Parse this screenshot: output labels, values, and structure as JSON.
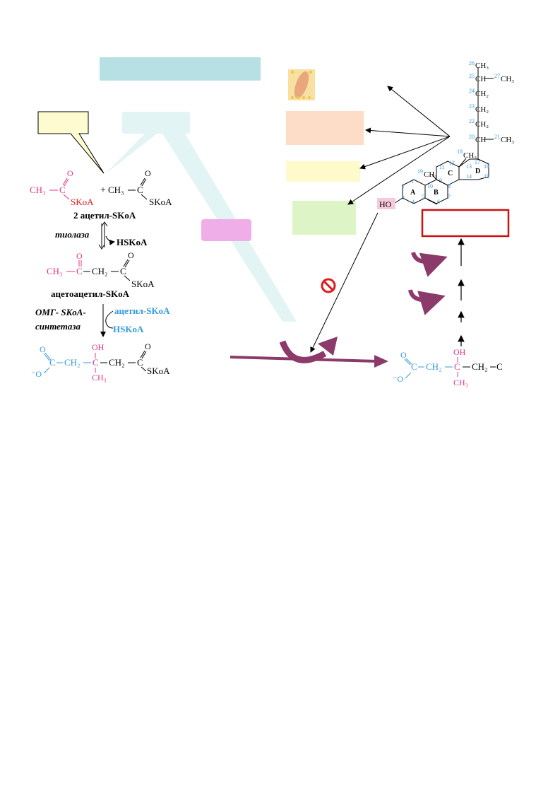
{
  "colors": {
    "pink": "#e0348a",
    "red": "#e01a1a",
    "blue": "#3399dd",
    "purple": "#8b3a6a",
    "title_box": "#b6e0e3",
    "callout_box": "#fffbd1",
    "peach_box": "#fddcc8",
    "yellow_box": "#fff9cc",
    "green_box": "#ddf5c6",
    "magenta_box": "#efaee8",
    "red_frame": "#cc1111"
  },
  "reactions": {
    "r1_left_ch3": "CH₃",
    "r1_left_skoa": "SKoA",
    "r1_o": "O",
    "r1_plus": "+",
    "r1_right_ch3": "CH₃",
    "r1_right_skoa": "SKoA",
    "r1_product": "2 ацетил-SKoA",
    "enzyme1": "тиолаза",
    "byproduct1": "HSKoA",
    "r2_ch3": "CH₃",
    "r2_ch2": "CH₂",
    "r2_skoa": "SKoA",
    "r2_name": "ацетоацетил-SKoA",
    "enzyme2_line1": "ОМГ- SKoA-",
    "enzyme2_line2": "синтетаза",
    "input2": "ацетил-SKoA",
    "byproduct2": "HSKoA",
    "r3_o_minus": "⁻O",
    "r3_ch2a": "CH₂",
    "r3_oh": "OH",
    "r3_c": "C",
    "r3_ch2b": "CH₂",
    "r3_skoa": "SKoA",
    "r3_ch3": "CH₃"
  },
  "right_molecule": {
    "o_minus": "⁻O",
    "ch2a": "CH₂",
    "oh": "OH",
    "c": "C",
    "ch2b": "CH₂",
    "tail": "C",
    "ch3": "CH₃"
  },
  "cholesterol": {
    "ho": "HO",
    "ring_a": "A",
    "ring_b": "B",
    "ring_c": "C",
    "ring_d": "D",
    "chain": [
      {
        "num": "26",
        "text": "CH₃"
      },
      {
        "num": "25",
        "text": "CH",
        "side_num": "27",
        "side": "CH₃"
      },
      {
        "num": "24",
        "text": "CH₂"
      },
      {
        "num": "23",
        "text": "CH₂"
      },
      {
        "num": "22",
        "text": "CH₂"
      },
      {
        "num": "20",
        "text": "CH",
        "side_num": "21",
        "side": "CH₃"
      }
    ],
    "me18": "CH₃",
    "me19": "CH₃",
    "n18": "18",
    "n19": "19",
    "ring_nums": [
      "1",
      "2",
      "3",
      "4",
      "5",
      "6",
      "7",
      "8",
      "9",
      "10",
      "11",
      "12",
      "13",
      "14",
      "15",
      "16",
      "17"
    ]
  }
}
